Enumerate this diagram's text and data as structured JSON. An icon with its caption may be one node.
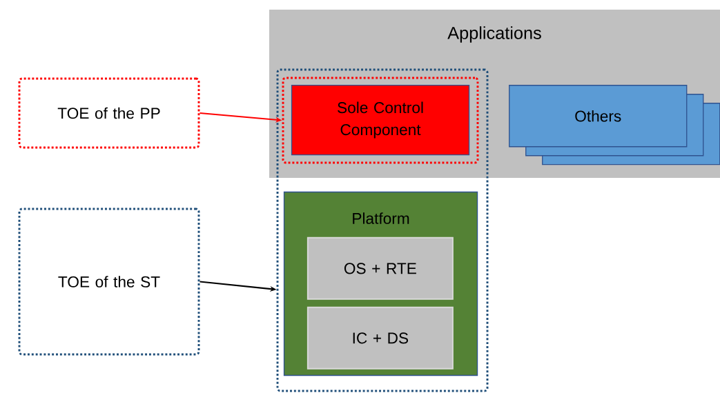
{
  "diagram": {
    "nodes": [
      {
        "text": [
          "Applications"
        ]
      },
      {
        "text": [],
        "shape": "box"
      },
      {
        "text": [],
        "shape": "box"
      },
      {
        "text": [
          "Sole Control Component"
        ],
        "in": 2
      },
      {
        "text": [
          "Others"
        ],
        "in": 0
      },
      {
        "text": [
          "Platform"
        ],
        "in": 1
      },
      {
        "text": [
          "OS + RTE"
        ],
        "in": 5
      },
      {
        "text": [
          "IC + DS"
        ],
        "in": 5
      },
      {
        "text": [
          "TOE of the PP"
        ]
      },
      {
        "text": [
          "TOE of the ST"
        ]
      }
    ],
    "edges": [
      {
        "from": 8,
        "to": 2,
        "arrow": "to",
        "color": "#ff0000"
      },
      {
        "from": 9,
        "to": 1,
        "arrow": "to",
        "color": "#000000"
      }
    ]
  }
}
